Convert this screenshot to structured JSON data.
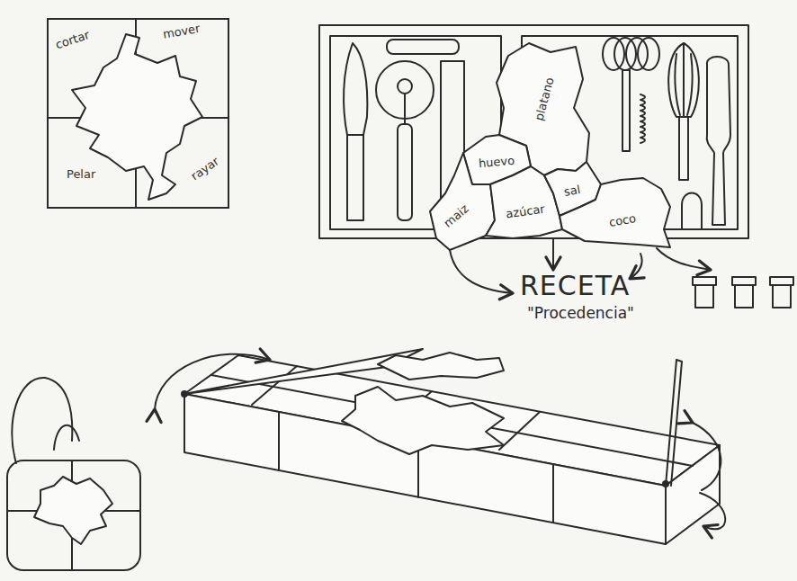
{
  "diagram": {
    "nodes": [
      {
        "text": [
          "cortar"
        ]
      },
      {
        "text": [
          "mover"
        ]
      },
      {
        "text": [
          "Pelar"
        ]
      },
      {
        "text": [
          "rayar"
        ]
      },
      {
        "text": [
          "platano"
        ]
      },
      {
        "text": [
          "huevo"
        ]
      },
      {
        "text": [
          "maiz"
        ]
      },
      {
        "text": [
          "azúcar"
        ]
      },
      {
        "text": [
          "sal"
        ]
      },
      {
        "text": [
          "coco"
        ]
      }
    ],
    "labels": [
      "RECETA",
      "\"Procedencia\""
    ]
  }
}
